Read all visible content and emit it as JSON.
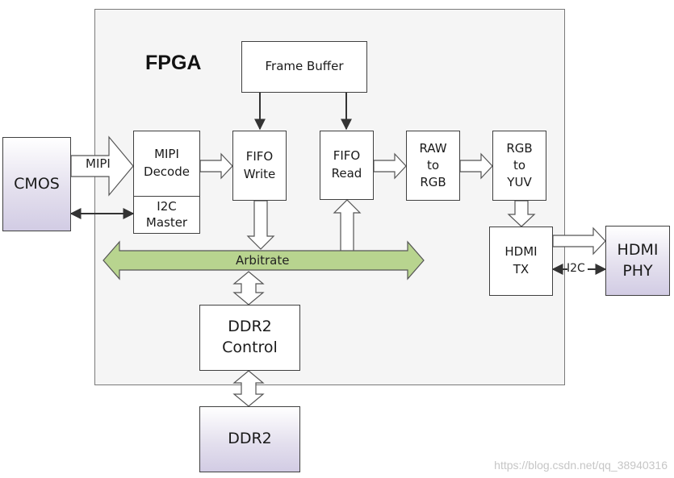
{
  "diagram": {
    "title": "FPGA",
    "blocks": {
      "cmos": "CMOS",
      "frame_buffer": "Frame Buffer",
      "mipi_decode": [
        "MIPI",
        "Decode"
      ],
      "i2c_master": [
        "I2C",
        "Master"
      ],
      "fifo_write": [
        "FIFO",
        "Write"
      ],
      "fifo_read": [
        "FIFO",
        "Read"
      ],
      "raw_to_rgb": [
        "RAW",
        "to",
        "RGB"
      ],
      "rgb_to_yuv": [
        "RGB",
        "to",
        "YUV"
      ],
      "hdmi_tx": [
        "HDMI",
        "TX"
      ],
      "hdmi_phy": [
        "HDMI",
        "PHY"
      ],
      "ddr2_control": [
        "DDR2",
        "Control"
      ],
      "ddr2": "DDR2"
    },
    "labels": {
      "mipi": "MIPI",
      "arbitrate": "Arbitrate",
      "i2c": "I2C"
    },
    "colors": {
      "arbitrate_bus": "#b8d48f",
      "external_device": "#d2cce4",
      "fpga_fill": "#f5f5f5"
    }
  },
  "watermark": "https://blog.csdn.net/qq_38940316"
}
